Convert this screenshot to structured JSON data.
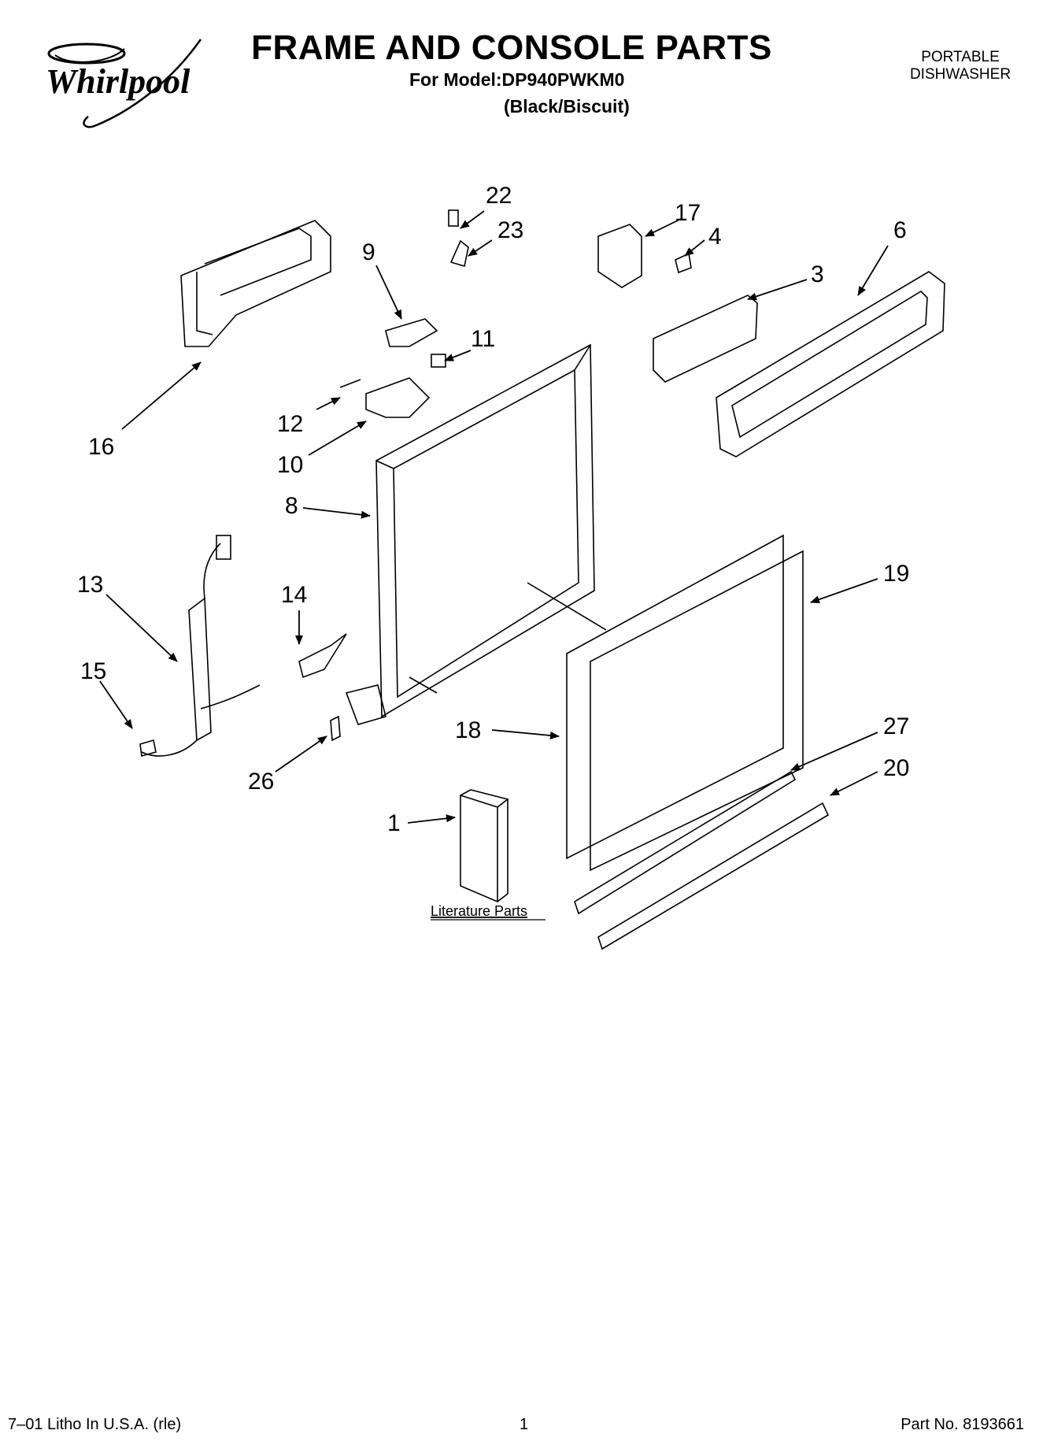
{
  "header": {
    "brand": "Whirlpool",
    "title": "FRAME AND CONSOLE PARTS",
    "model_line": "For Model:DP940PWKM0",
    "color_line": "(Black/Biscuit)",
    "product_line1": "PORTABLE",
    "product_line2": "DISHWASHER"
  },
  "callouts": {
    "c22": "22",
    "c23": "23",
    "c17": "17",
    "c4": "4",
    "c6": "6",
    "c9": "9",
    "c3": "3",
    "c11": "11",
    "c12": "12",
    "c16": "16",
    "c10": "10",
    "c8": "8",
    "c13": "13",
    "c14": "14",
    "c19": "19",
    "c15": "15",
    "c18": "18",
    "c27": "27",
    "c20": "20",
    "c26": "26",
    "c1": "1"
  },
  "literature_label": "Literature Parts",
  "footer": {
    "left": "7–01 Litho In U.S.A. (rle)",
    "center": "1",
    "right": "Part No. 8193661"
  }
}
